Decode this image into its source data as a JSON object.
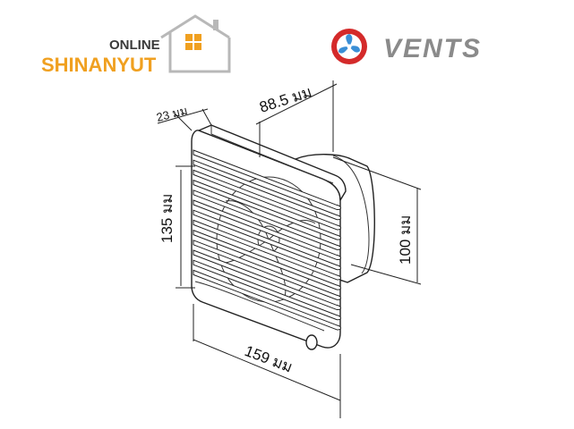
{
  "shop_logo": {
    "online_text": "ONLINE",
    "name_text": "SHINANYUT",
    "colors": {
      "house": "#b8b8b8",
      "window": "#f0a020",
      "name": "#f0a020",
      "online": "#3a3a3a"
    }
  },
  "brand_logo": {
    "text": "VENTS",
    "colors": {
      "emblem_outer": "#d42a2a",
      "emblem_inner": "#3a8fd6",
      "text": "#8a8a8a"
    }
  },
  "dimensions": {
    "depth_flange": "23 มม",
    "depth_body": "88.5 มม",
    "height": "135 มม",
    "width": "159 มม",
    "duct_diameter": "100 มม"
  }
}
